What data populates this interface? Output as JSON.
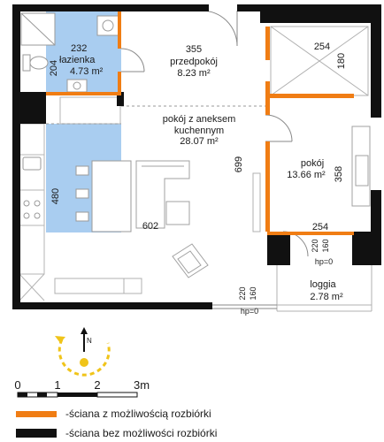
{
  "rooms": {
    "bathroom": {
      "name": "łazienka",
      "area": "4.73 m²",
      "dim_w": "232",
      "dim_h": "204"
    },
    "hallway": {
      "name": "przedpokój",
      "area": "8.23 m²",
      "dim_w": "355"
    },
    "living": {
      "name_line1": "pokój z aneksem",
      "name_line2": "kuchennym",
      "area": "28.07 m²",
      "dim_w": "602",
      "dim_h": "699",
      "kitchen_dim": "480"
    },
    "bedroom": {
      "name": "pokój",
      "area": "13.66 m²",
      "dim_h": "358",
      "dim_w": "254"
    },
    "closet": {
      "dim_w": "254",
      "dim_h": "180"
    },
    "loggia": {
      "name": "loggia",
      "area": "2.78 m²"
    }
  },
  "small_dims": {
    "win_left_a": "220",
    "win_left_b": "160",
    "win_right_a": "220",
    "win_right_b": "160",
    "hp_right": "hp=0",
    "hp_bottom": "hp=0"
  },
  "compass": {
    "north": "N"
  },
  "scale": {
    "ticks": [
      "0",
      "1",
      "2",
      "3m"
    ]
  },
  "legend": [
    {
      "text": "-ściana z możliwością rozbiórki",
      "color": "#f07d14"
    },
    {
      "text": "-ściana bez możliwości rozbiórki",
      "color": "#111111"
    }
  ],
  "colors": {
    "wall": "#111111",
    "removable_wall": "#f07d14",
    "wet_area": "#a9cdf0",
    "compass": "#f0c419"
  }
}
